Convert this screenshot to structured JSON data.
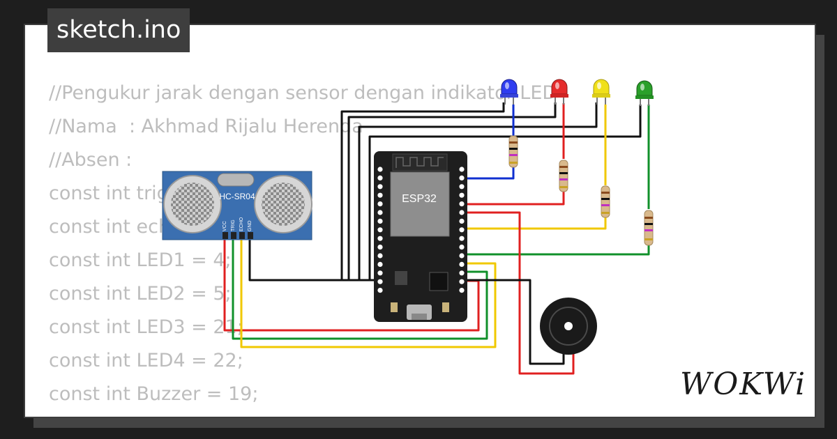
{
  "tab": {
    "title": "sketch.ino"
  },
  "code_lines": [
    "//Pengukur jarak dengan sensor dengan indikator LED",
    "//Nama  : Akhmad Rijalu Herenda",
    "//Absen :",
    "const int trig = ...;",
    "const int echo = ...;",
    "const int LED1 = 4;",
    "const int LED2 = 5;",
    "const int LED3 = 21;",
    "const int LED4 = 22;",
    "const int Buzzer = 19;"
  ],
  "sensor": {
    "label": "HC-SR04",
    "pins": [
      "VCC",
      "TRIG",
      "ECHO",
      "GND"
    ]
  },
  "board": {
    "label": "ESP32"
  },
  "leds": [
    {
      "color": "#2f3df0"
    },
    {
      "color": "#e52b2b"
    },
    {
      "color": "#f0e01a"
    },
    {
      "color": "#2aa02a"
    }
  ],
  "wire_colors": {
    "black": "#111111",
    "red": "#e02020",
    "blue": "#1030d0",
    "yellow": "#f0c800",
    "green": "#10902a"
  },
  "logo": {
    "text": "WOKWi"
  }
}
